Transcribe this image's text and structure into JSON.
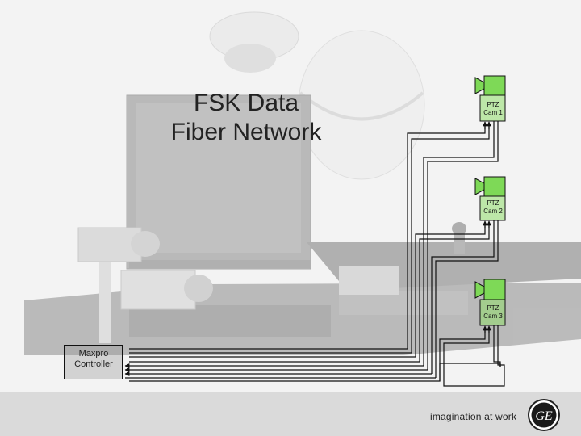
{
  "title": {
    "line1": "FSK Data",
    "line2": "Fiber Network"
  },
  "cameras": [
    {
      "line1": "PTZ",
      "line2": "Cam 1"
    },
    {
      "line1": "PTZ",
      "line2": "Cam 2"
    },
    {
      "line1": "PTZ",
      "line2": "Cam 3"
    }
  ],
  "controller": {
    "line1": "Maxpro",
    "line2": "Controller"
  },
  "footer": {
    "tagline": "imagination at work",
    "logo_text": "GE"
  },
  "colors": {
    "camera_green": "#7ed957",
    "camera_box": "#8fdc6a",
    "line": "#111111",
    "footer_bg": "#dadada"
  }
}
